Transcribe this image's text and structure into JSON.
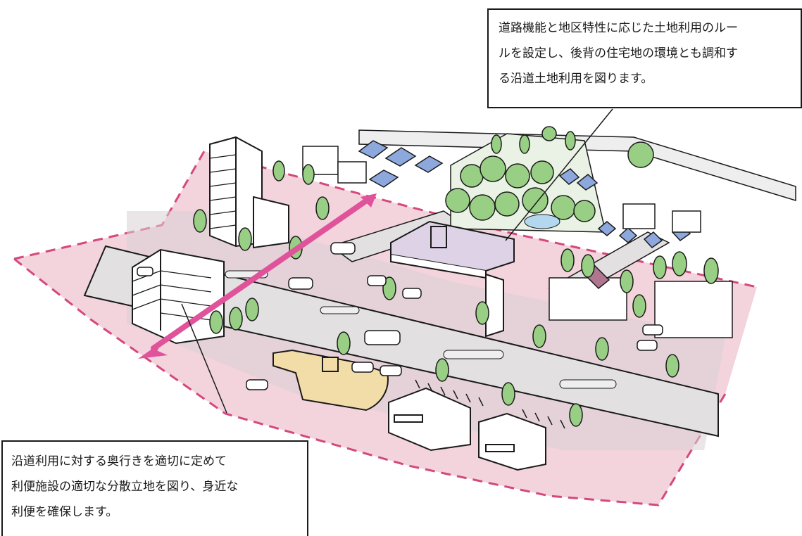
{
  "callouts": {
    "top": {
      "lines": [
        "道路機能と地区特性に応じた土地利用のルー",
        "ルを設定し、後背の住宅地の環境とも調和す",
        "る沿道土地利用を図ります。"
      ]
    },
    "bottom": {
      "lines": [
        "沿道利用に対する奥行きを適切に定めて",
        "利便施設の適切な分散立地を図り、身近な",
        "利便を確保します。"
      ]
    }
  },
  "colors": {
    "zone_fill": "#f3d3dc",
    "zone_border": "#d5487e",
    "arrow": "#e0529a",
    "tree": "#98cf84",
    "roof": "#8ca8dd",
    "highlight_building": "#f2dca8",
    "center_building": "#ddd2e6",
    "road": "#e3e0e1",
    "line": "#1a1a1a"
  }
}
